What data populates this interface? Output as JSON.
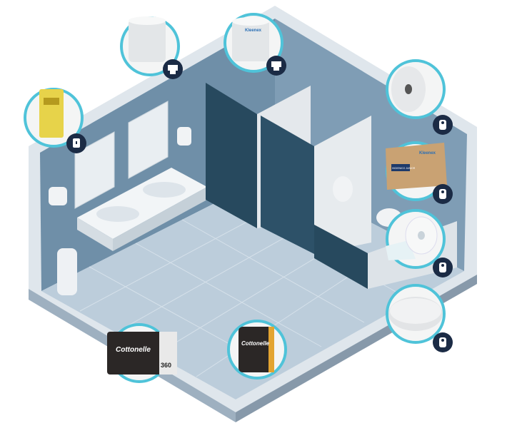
{
  "colors": {
    "accent_ring": "#4fc3d9",
    "badge": "#1b2b45",
    "wall": "#6e8ea7",
    "wall_dark": "#4c6f8a",
    "floor": "#b9cad8",
    "stall_door": "#27495e",
    "partition": "#e4e8ec"
  },
  "hotspots": [
    {
      "id": "hand-towel-roll-1",
      "icon": "towel-dispenser-icon"
    },
    {
      "id": "hand-towel-roll-2",
      "icon": "towel-dispenser-icon",
      "brand": "Kleenex"
    },
    {
      "id": "jumbo-roll-1",
      "icon": "toilet-paper-icon"
    },
    {
      "id": "jumbo-roll-box",
      "icon": "toilet-paper-icon",
      "brand": "Kleenex",
      "label": "HIGIENICO JUNIOR"
    },
    {
      "id": "toilet-paper-roll",
      "icon": "toilet-paper-icon"
    },
    {
      "id": "jumbo-roll-2",
      "icon": "toilet-paper-icon"
    },
    {
      "id": "soap-refill",
      "icon": "soap-dispenser-icon"
    },
    {
      "id": "cottonelle-pack",
      "brand": "Cottonelle",
      "count": "360"
    },
    {
      "id": "cottonelle-roll",
      "brand": "Cottonelle"
    }
  ]
}
